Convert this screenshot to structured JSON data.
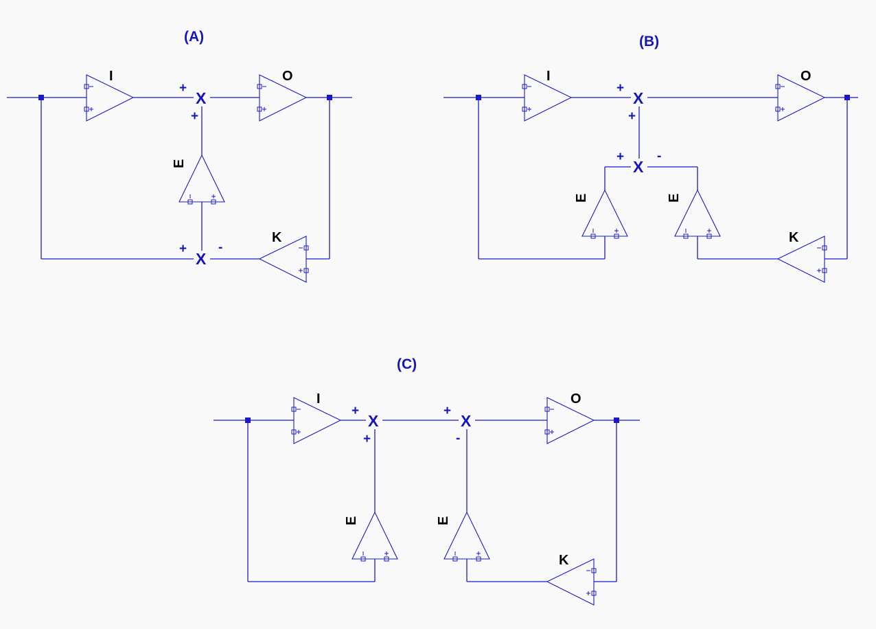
{
  "panels": {
    "A": {
      "title": "(A)",
      "amp_I": "I",
      "amp_O": "O",
      "amp_E": "E",
      "amp_K": "K",
      "junction_top": {
        "label": "X",
        "sign_left": "+",
        "sign_bottom": "+"
      },
      "junction_bottom": {
        "label": "X",
        "sign_left": "+",
        "sign_right": "-"
      }
    },
    "B": {
      "title": "(B)",
      "amp_I": "I",
      "amp_O": "O",
      "amp_E1": "E",
      "amp_E2": "E",
      "amp_K": "K",
      "junction_top": {
        "label": "X",
        "sign_left": "+",
        "sign_bottom": "+"
      },
      "junction_mid": {
        "label": "X",
        "sign_left": "+",
        "sign_right": "-"
      }
    },
    "C": {
      "title": "(C)",
      "amp_I": "I",
      "amp_O": "O",
      "amp_E1": "E",
      "amp_E2": "E",
      "amp_K": "K",
      "junction_1": {
        "label": "X",
        "sign_left": "+",
        "sign_bottom": "+"
      },
      "junction_2": {
        "label": "X",
        "sign_left": "+",
        "sign_bottom": "-"
      }
    }
  },
  "colors": {
    "wire": "#1a1acc",
    "label": "#1515c0",
    "amp_label": "#000000",
    "background": "#f9f9f9"
  }
}
